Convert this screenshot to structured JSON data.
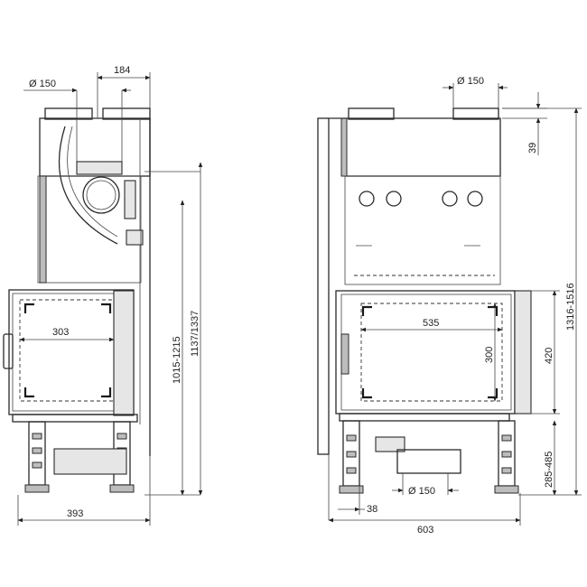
{
  "left_view": {
    "dims": {
      "flue_diameter": "Ø 150",
      "flue_offset": "184",
      "window_width": "303",
      "height_a": "1015-1215",
      "height_b": "1137/1337",
      "width": "393"
    }
  },
  "right_view": {
    "dims": {
      "flue_diameter_top": "Ø 150",
      "top_offset": "39",
      "window_width": "535",
      "window_height": "300",
      "opening_height": "420",
      "total_height": "1316-1516",
      "base_height": "285-485",
      "air_inlet_diameter": "Ø 150",
      "leg_offset": "38",
      "width": "603"
    }
  }
}
